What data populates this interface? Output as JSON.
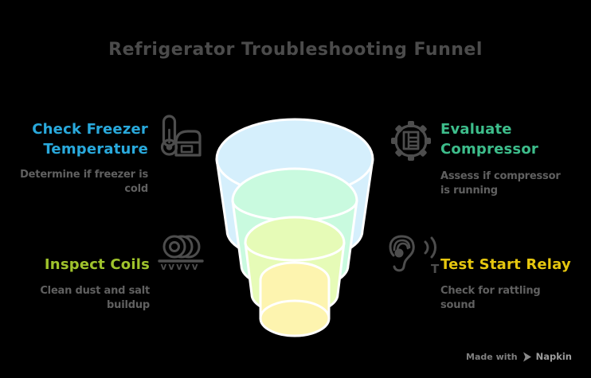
{
  "title": "Refrigerator Troubleshooting Funnel",
  "title_color": "#4b4b4b",
  "background_color": "#000000",
  "items": [
    {
      "id": "check-freezer-temperature",
      "heading_lines": [
        "Check Freezer",
        "Temperature"
      ],
      "desc_lines": [
        "Determine if freezer is",
        "cold"
      ],
      "color": "#29a9dc",
      "icon": "thermometer-freezer-icon"
    },
    {
      "id": "evaluate-compressor",
      "heading_lines": [
        "Evaluate",
        "Compressor"
      ],
      "desc_lines": [
        "Assess if compressor",
        "is running"
      ],
      "color": "#3dbd8b",
      "icon": "gear-compressor-icon"
    },
    {
      "id": "inspect-coils",
      "heading_lines": [
        "Inspect Coils"
      ],
      "desc_lines": [
        "Clean dust and salt",
        "buildup"
      ],
      "color": "#9fc32c",
      "icon": "condenser-coils-icon",
      "icon_text": "vvvvv"
    },
    {
      "id": "test-start-relay",
      "heading_lines": [
        "Test Start Relay"
      ],
      "desc_lines": [
        "Check for rattling",
        "sound"
      ],
      "color": "#e6c70f",
      "icon": "ear-listening-icon",
      "icon_text": "T"
    }
  ],
  "funnel": {
    "type": "funnel",
    "outline_color": "#ffffff",
    "stages": [
      {
        "label": "stage-1",
        "color": "#d5effc"
      },
      {
        "label": "stage-2",
        "color": "#c9fadf"
      },
      {
        "label": "stage-3",
        "color": "#e6fbb7"
      },
      {
        "label": "stage-4",
        "color": "#fdf4af"
      }
    ]
  },
  "icon_color": "#4d4d4d",
  "desc_color": "#606060",
  "watermark": {
    "prefix": "Made with",
    "brand": "Napkin"
  }
}
